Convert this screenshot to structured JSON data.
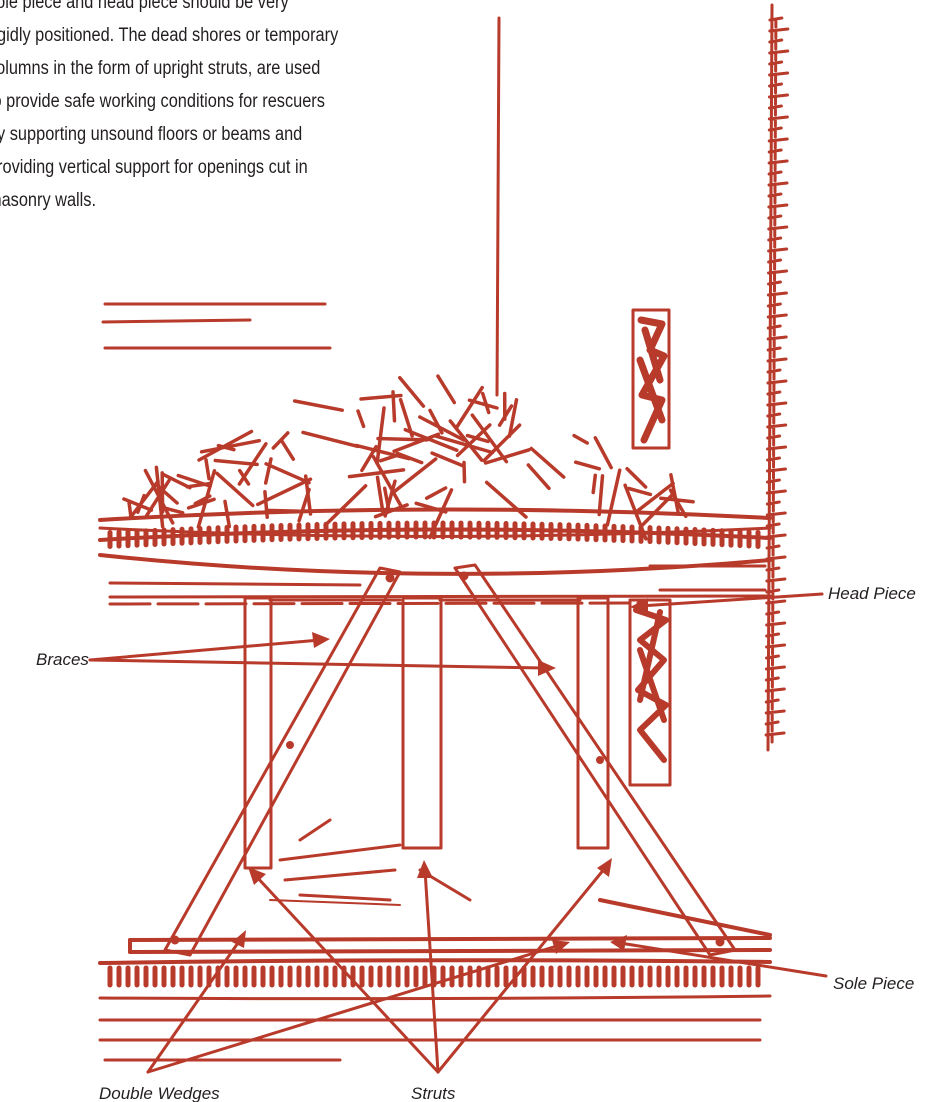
{
  "intro_text": [
    "sole piece and head piece should be very",
    "rigidly positioned. The dead shores or temporary",
    "columns in the form of upright struts, are used",
    "to provide safe working conditions for rescuers",
    "by supporting unsound floors or beams and",
    "providing vertical support for openings cut in",
    "masonry walls."
  ],
  "labels": {
    "head_piece": "Head Piece",
    "braces": "Braces",
    "sole_piece": "Sole Piece",
    "double_wedges": "Double Wedges",
    "struts": "Struts"
  },
  "colors": {
    "ink": "#b83a2b",
    "text": "#231f20"
  }
}
